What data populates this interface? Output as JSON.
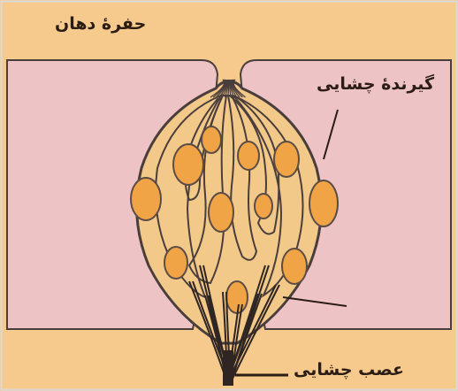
{
  "labels": {
    "oral_cavity": "حفرهٔ دهان",
    "taste_receptor": "گیرندهٔ چشایی",
    "taste_nerve": "عصب چشایی"
  },
  "colors": {
    "background": "#f6ca8c",
    "epithelium": "#eec3c6",
    "bud_fill": "#f3c98a",
    "outline": "#4a3e3c",
    "nucleus": "#f0a445",
    "nucleus_edge": "#5b4d46"
  }
}
